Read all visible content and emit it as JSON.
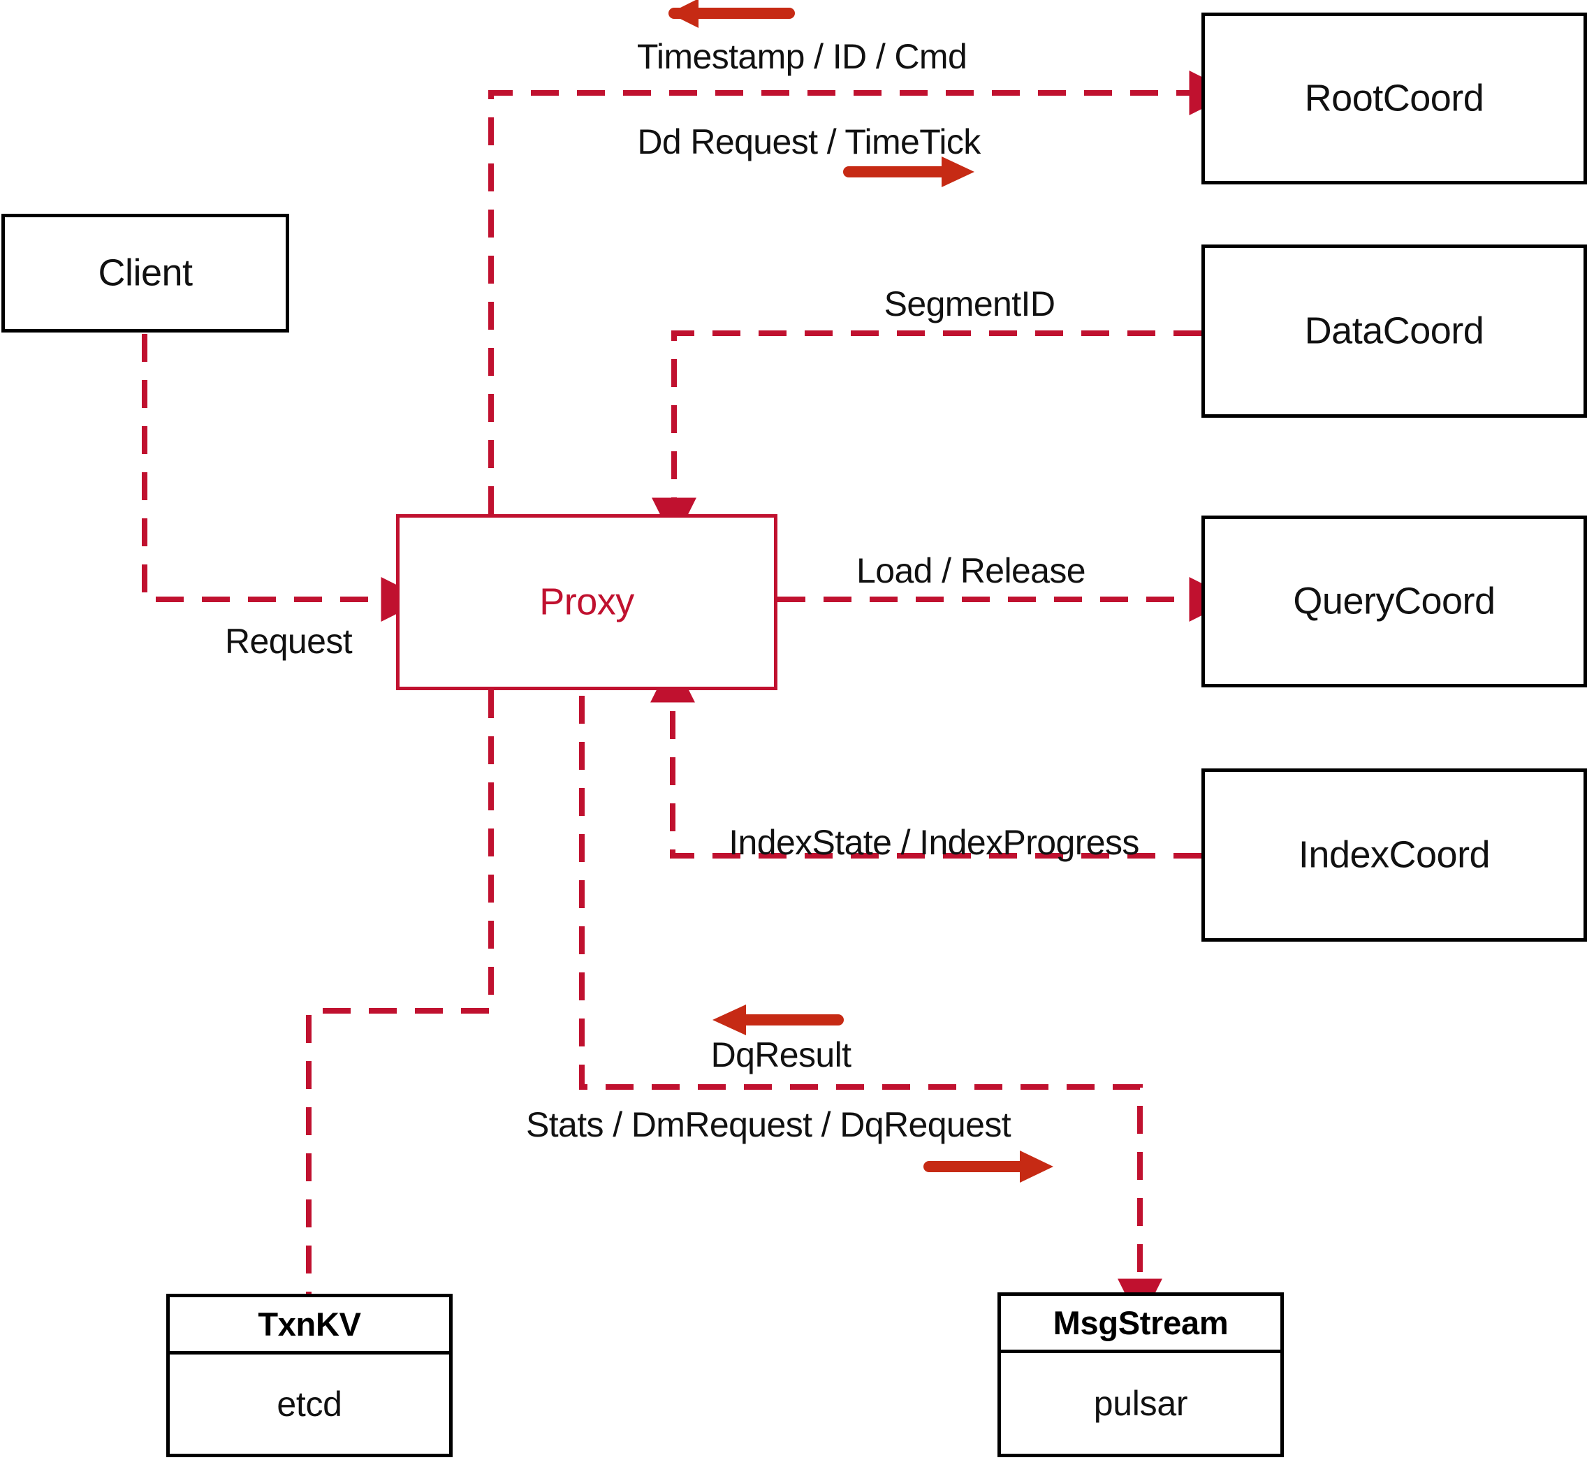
{
  "diagram": {
    "title": "Milvus Proxy component interaction diagram",
    "colors": {
      "dashed_wire": "#C0112F",
      "solid_arrow": "#C62A14",
      "node_border": "#000000",
      "proxy_border": "#C0112F",
      "proxy_text": "#C0112F",
      "background": "#FFFFFF"
    }
  },
  "nodes": {
    "client": {
      "label": "Client"
    },
    "proxy": {
      "label": "Proxy"
    },
    "root_coord": {
      "label": "RootCoord"
    },
    "data_coord": {
      "label": "DataCoord"
    },
    "query_coord": {
      "label": "QueryCoord"
    },
    "index_coord": {
      "label": "IndexCoord"
    },
    "txnkv": {
      "title": "TxnKV",
      "impl": "etcd"
    },
    "msgstream": {
      "title": "MsgStream",
      "impl": "pulsar"
    }
  },
  "edges": [
    {
      "id": "request",
      "label": "Request",
      "from": "Client",
      "to": "Proxy",
      "style": "dashed",
      "direction": "right"
    },
    {
      "id": "rootcoord-out",
      "label": "Dd Request / TimeTick",
      "from": "Proxy",
      "to": "RootCoord",
      "style": "dashed",
      "direction": "right"
    },
    {
      "id": "rootcoord-in",
      "label": "Timestamp / ID / Cmd",
      "from": "RootCoord",
      "to": "Proxy",
      "style": "dashed",
      "direction": "left"
    },
    {
      "id": "datacoord-in",
      "label": "SegmentID",
      "from": "DataCoord",
      "to": "Proxy",
      "style": "dashed",
      "direction": "left"
    },
    {
      "id": "querycoord-out",
      "label": "Load / Release",
      "from": "Proxy",
      "to": "QueryCoord",
      "style": "dashed",
      "direction": "right"
    },
    {
      "id": "indexcoord-in",
      "label": "IndexState / IndexProgress",
      "from": "IndexCoord",
      "to": "Proxy",
      "style": "dashed",
      "direction": "left"
    },
    {
      "id": "msgstream-out",
      "label": "Stats / DmRequest / DqRequest",
      "from": "Proxy",
      "to": "MsgStream",
      "style": "dashed",
      "direction": "right"
    },
    {
      "id": "msgstream-in",
      "label": "DqResult",
      "from": "MsgStream",
      "to": "Proxy",
      "style": "dashed",
      "direction": "left"
    },
    {
      "id": "txnkv",
      "label": "",
      "from": "Proxy",
      "to": "TxnKV",
      "style": "dashed",
      "direction": "none"
    }
  ],
  "labels": {
    "timestamp_id_cmd": "Timestamp / ID / Cmd",
    "dd_request_timetick": "Dd Request / TimeTick",
    "segment_id": "SegmentID",
    "load_release": "Load / Release",
    "index_state_progress": "IndexState / IndexProgress",
    "request": "Request",
    "dq_result": "DqResult",
    "stats_dm_dq": "Stats / DmRequest / DqRequest"
  }
}
